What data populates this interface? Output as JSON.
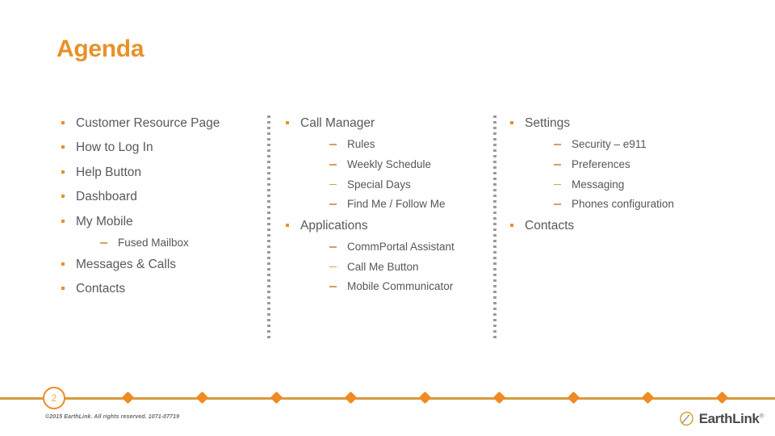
{
  "slide": {
    "title": "Agenda",
    "page_number": "2",
    "copyright": "©2015 EarthLink. All rights reserved. 1071-07719",
    "accent_color": "#E8912A",
    "rule_color": "#D79A3C",
    "diamond_color": "#F08A22",
    "body_text_color": "#595959",
    "divider_dot_color": "#9b9b9b"
  },
  "columns": [
    {
      "id": "column-1",
      "items": [
        {
          "label": "Customer Resource Page",
          "children": []
        },
        {
          "label": "How to Log In",
          "children": []
        },
        {
          "label": "Help Button",
          "children": []
        },
        {
          "label": "Dashboard",
          "children": []
        },
        {
          "label": "My Mobile",
          "children": [
            "Fused Mailbox"
          ]
        },
        {
          "label": "Messages & Calls",
          "children": []
        },
        {
          "label": "Contacts",
          "children": []
        }
      ]
    },
    {
      "id": "column-2",
      "items": [
        {
          "label": "Call Manager",
          "children": [
            "Rules",
            "Weekly Schedule",
            "Special Days",
            "Find Me / Follow Me"
          ]
        },
        {
          "label": "Applications",
          "children": [
            "CommPortal Assistant",
            "Call Me Button",
            "Mobile Communicator"
          ]
        }
      ]
    },
    {
      "id": "column-3",
      "items": [
        {
          "label": "Settings",
          "children": [
            "Security – e911",
            "Preferences",
            "Messaging",
            "Phones configuration"
          ]
        },
        {
          "label": "Contacts",
          "children": []
        }
      ]
    }
  ],
  "logo": {
    "wordmark": "EarthLink",
    "registered_mark": "®",
    "icon": "earthlink-ring-icon"
  },
  "footer": {
    "diamond_count": 9
  }
}
